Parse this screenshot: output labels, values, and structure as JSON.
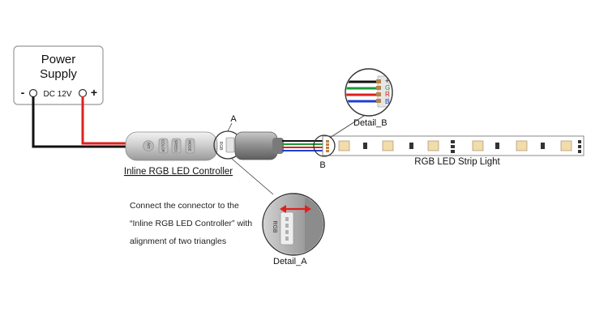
{
  "power_supply": {
    "title_line1": "Power",
    "title_line2": "Supply",
    "minus": "-",
    "voltage": "DC 12V",
    "plus": "+"
  },
  "controller": {
    "label": "Inline RGB LED Controller",
    "button_labels": [
      "12V",
      "COLOR",
      "SPEED",
      "MODE"
    ],
    "connector_text": "RGB"
  },
  "callouts": {
    "a": "A",
    "b": "B",
    "detail_a": "Detail_A",
    "detail_b": "Detail_B"
  },
  "detail_b_pins": [
    "+",
    "G",
    "R",
    "B"
  ],
  "detail_a_text": "RGB",
  "strip": {
    "label": "RGB LED Strip Light"
  },
  "instructions": {
    "line1": "Connect the connector to the",
    "line2": "“Inline RGB LED Controller” with",
    "line3": "alignment of two triangles"
  },
  "colors": {
    "black_wire": "#111111",
    "red_wire": "#e0201c",
    "green_wire": "#1a9a3a",
    "blue_wire": "#1f3fcf",
    "controller_body": "#cfcfcf",
    "strip_pcb": "#ffffff",
    "led_warm": "#f1dcaa"
  },
  "icons": [
    "power-supply-box",
    "controller-device",
    "magnifier-circle-b",
    "magnifier-circle-detail-a",
    "magnifier-circle-detail-b",
    "led-strip"
  ]
}
